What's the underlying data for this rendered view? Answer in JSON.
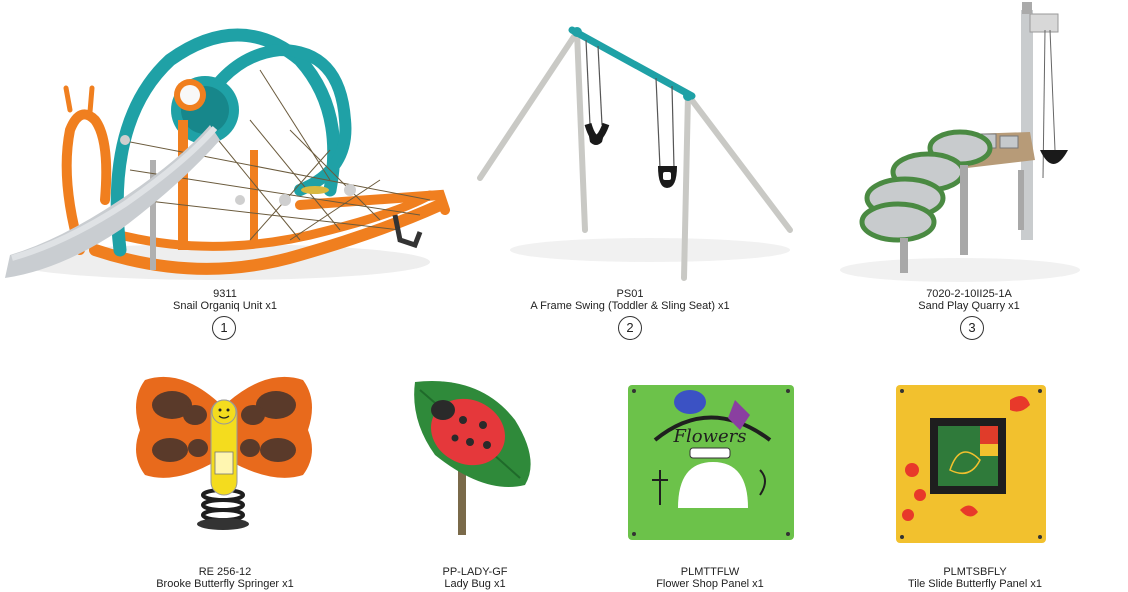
{
  "products": [
    {
      "code": "9311",
      "name": "Snail Organiq Unit x1",
      "index": "1"
    },
    {
      "code": "PS01",
      "name": "A Frame Swing (Toddler & Sling Seat) x1",
      "index": "2"
    },
    {
      "code": "7020-2-10II25-1A",
      "name": "Sand Play Quarry x1",
      "index": "3"
    },
    {
      "code": "RE 256-12",
      "name": "Brooke Butterfly Springer x1"
    },
    {
      "code": "PP-LADY-GF",
      "name": "Lady Bug x1"
    },
    {
      "code": "PLMTTFLW",
      "name": "Flower Shop Panel x1"
    },
    {
      "code": "PLMTSBFLY",
      "name": "Tile Slide Butterfly Panel x1"
    }
  ],
  "panel_text": {
    "flowers": "Flowers"
  }
}
